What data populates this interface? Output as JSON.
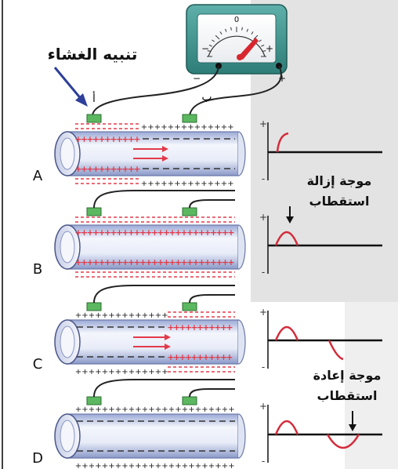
{
  "title_arabic": "تنبيه الغشاء",
  "electrode_labels": {
    "left": "أ",
    "right": "ب"
  },
  "meter": {
    "scale_zero": "0",
    "minus_sign": "−",
    "plus_sign": "+",
    "meter_neg_terminal": "−",
    "meter_pos_terminal": "+"
  },
  "rows": [
    {
      "letter": "A",
      "annotation": [
        "موجة إزالة",
        "استقطاب"
      ]
    },
    {
      "letter": "B",
      "annotation": []
    },
    {
      "letter": "C",
      "annotation": [
        "موجة إعادة",
        "استقطاب"
      ]
    },
    {
      "letter": "D",
      "annotation": []
    }
  ],
  "graph_axis_labels": {
    "plus": "+",
    "minus": "-"
  },
  "colors": {
    "membrane_red": "#e23a4a",
    "electrode_green": "#5cb860",
    "meter_teal": "#3a8f8a",
    "wave_red": "#d42b3a",
    "arrow_blue": "#2e3f9a"
  }
}
